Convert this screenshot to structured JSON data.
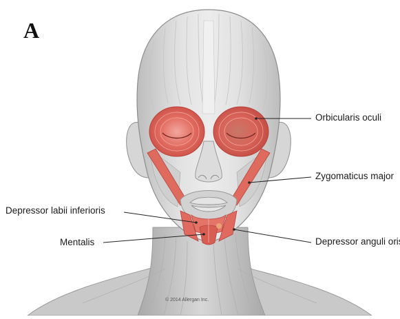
{
  "figure": {
    "panel_letter": "A",
    "copyright": "© 2014 Allergan Inc.",
    "labels": {
      "orbicularis_oculi": "Orbicularis oculi",
      "zygomaticus_major": "Zygomaticus major",
      "depressor_labii_inferioris": "Depressor labii inferioris",
      "mentalis": "Mentalis",
      "depressor_anguli_oris": "Depressor anguli oris"
    }
  },
  "colors": {
    "muscle_highlight": "#e0685e",
    "muscle_highlight_dark": "#c9504a",
    "muscle_base": "#d9d9d9",
    "muscle_shadow": "#b5b5b5",
    "leader_line": "#222222"
  }
}
